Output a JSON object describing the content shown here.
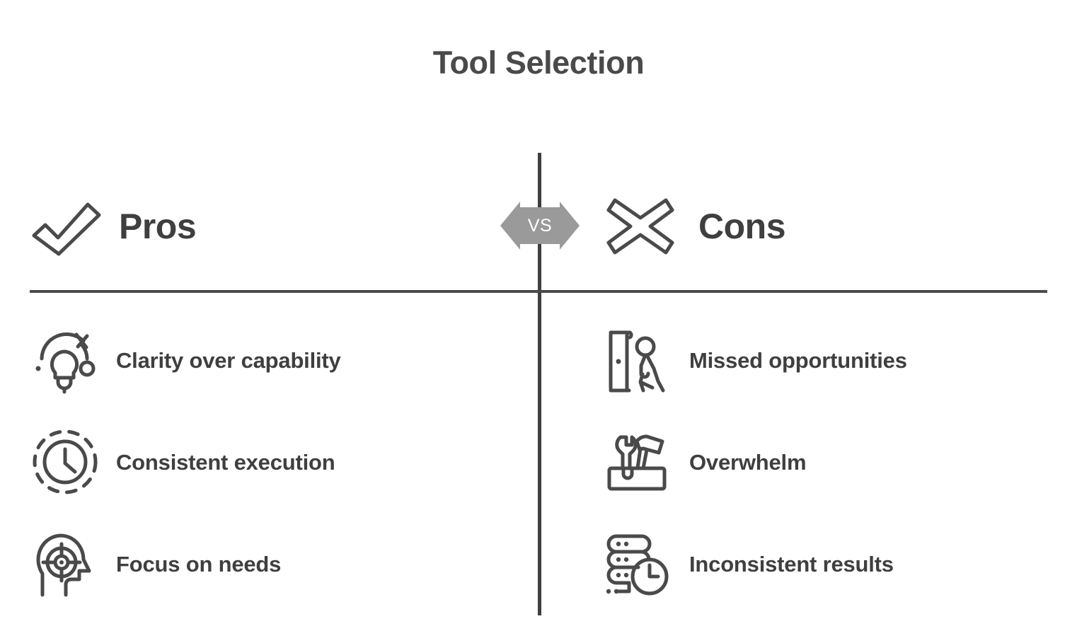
{
  "page": {
    "title": "Tool Selection",
    "background_color": "#ffffff",
    "text_color": "#4a4a4a",
    "accent_color": "#9a9a9a"
  },
  "divider": {
    "vs_label": "VS",
    "vs_badge_color": "#9a9a9a",
    "vs_text_color": "#ffffff",
    "line_color": "#4a4a4a"
  },
  "columns": {
    "pros": {
      "heading": "Pros",
      "heading_icon": "check-mark-icon",
      "items": [
        {
          "label": "Clarity over capability",
          "icon": "lightbulb-idea-icon"
        },
        {
          "label": "Consistent execution",
          "icon": "clock-dashed-icon"
        },
        {
          "label": "Focus on needs",
          "icon": "head-target-icon"
        }
      ]
    },
    "cons": {
      "heading": "Cons",
      "heading_icon": "cross-mark-icon",
      "items": [
        {
          "label": "Missed opportunities",
          "icon": "person-leaving-door-icon"
        },
        {
          "label": "Overwhelm",
          "icon": "toolbox-tools-icon"
        },
        {
          "label": "Inconsistent results",
          "icon": "server-clock-icon"
        }
      ]
    }
  }
}
